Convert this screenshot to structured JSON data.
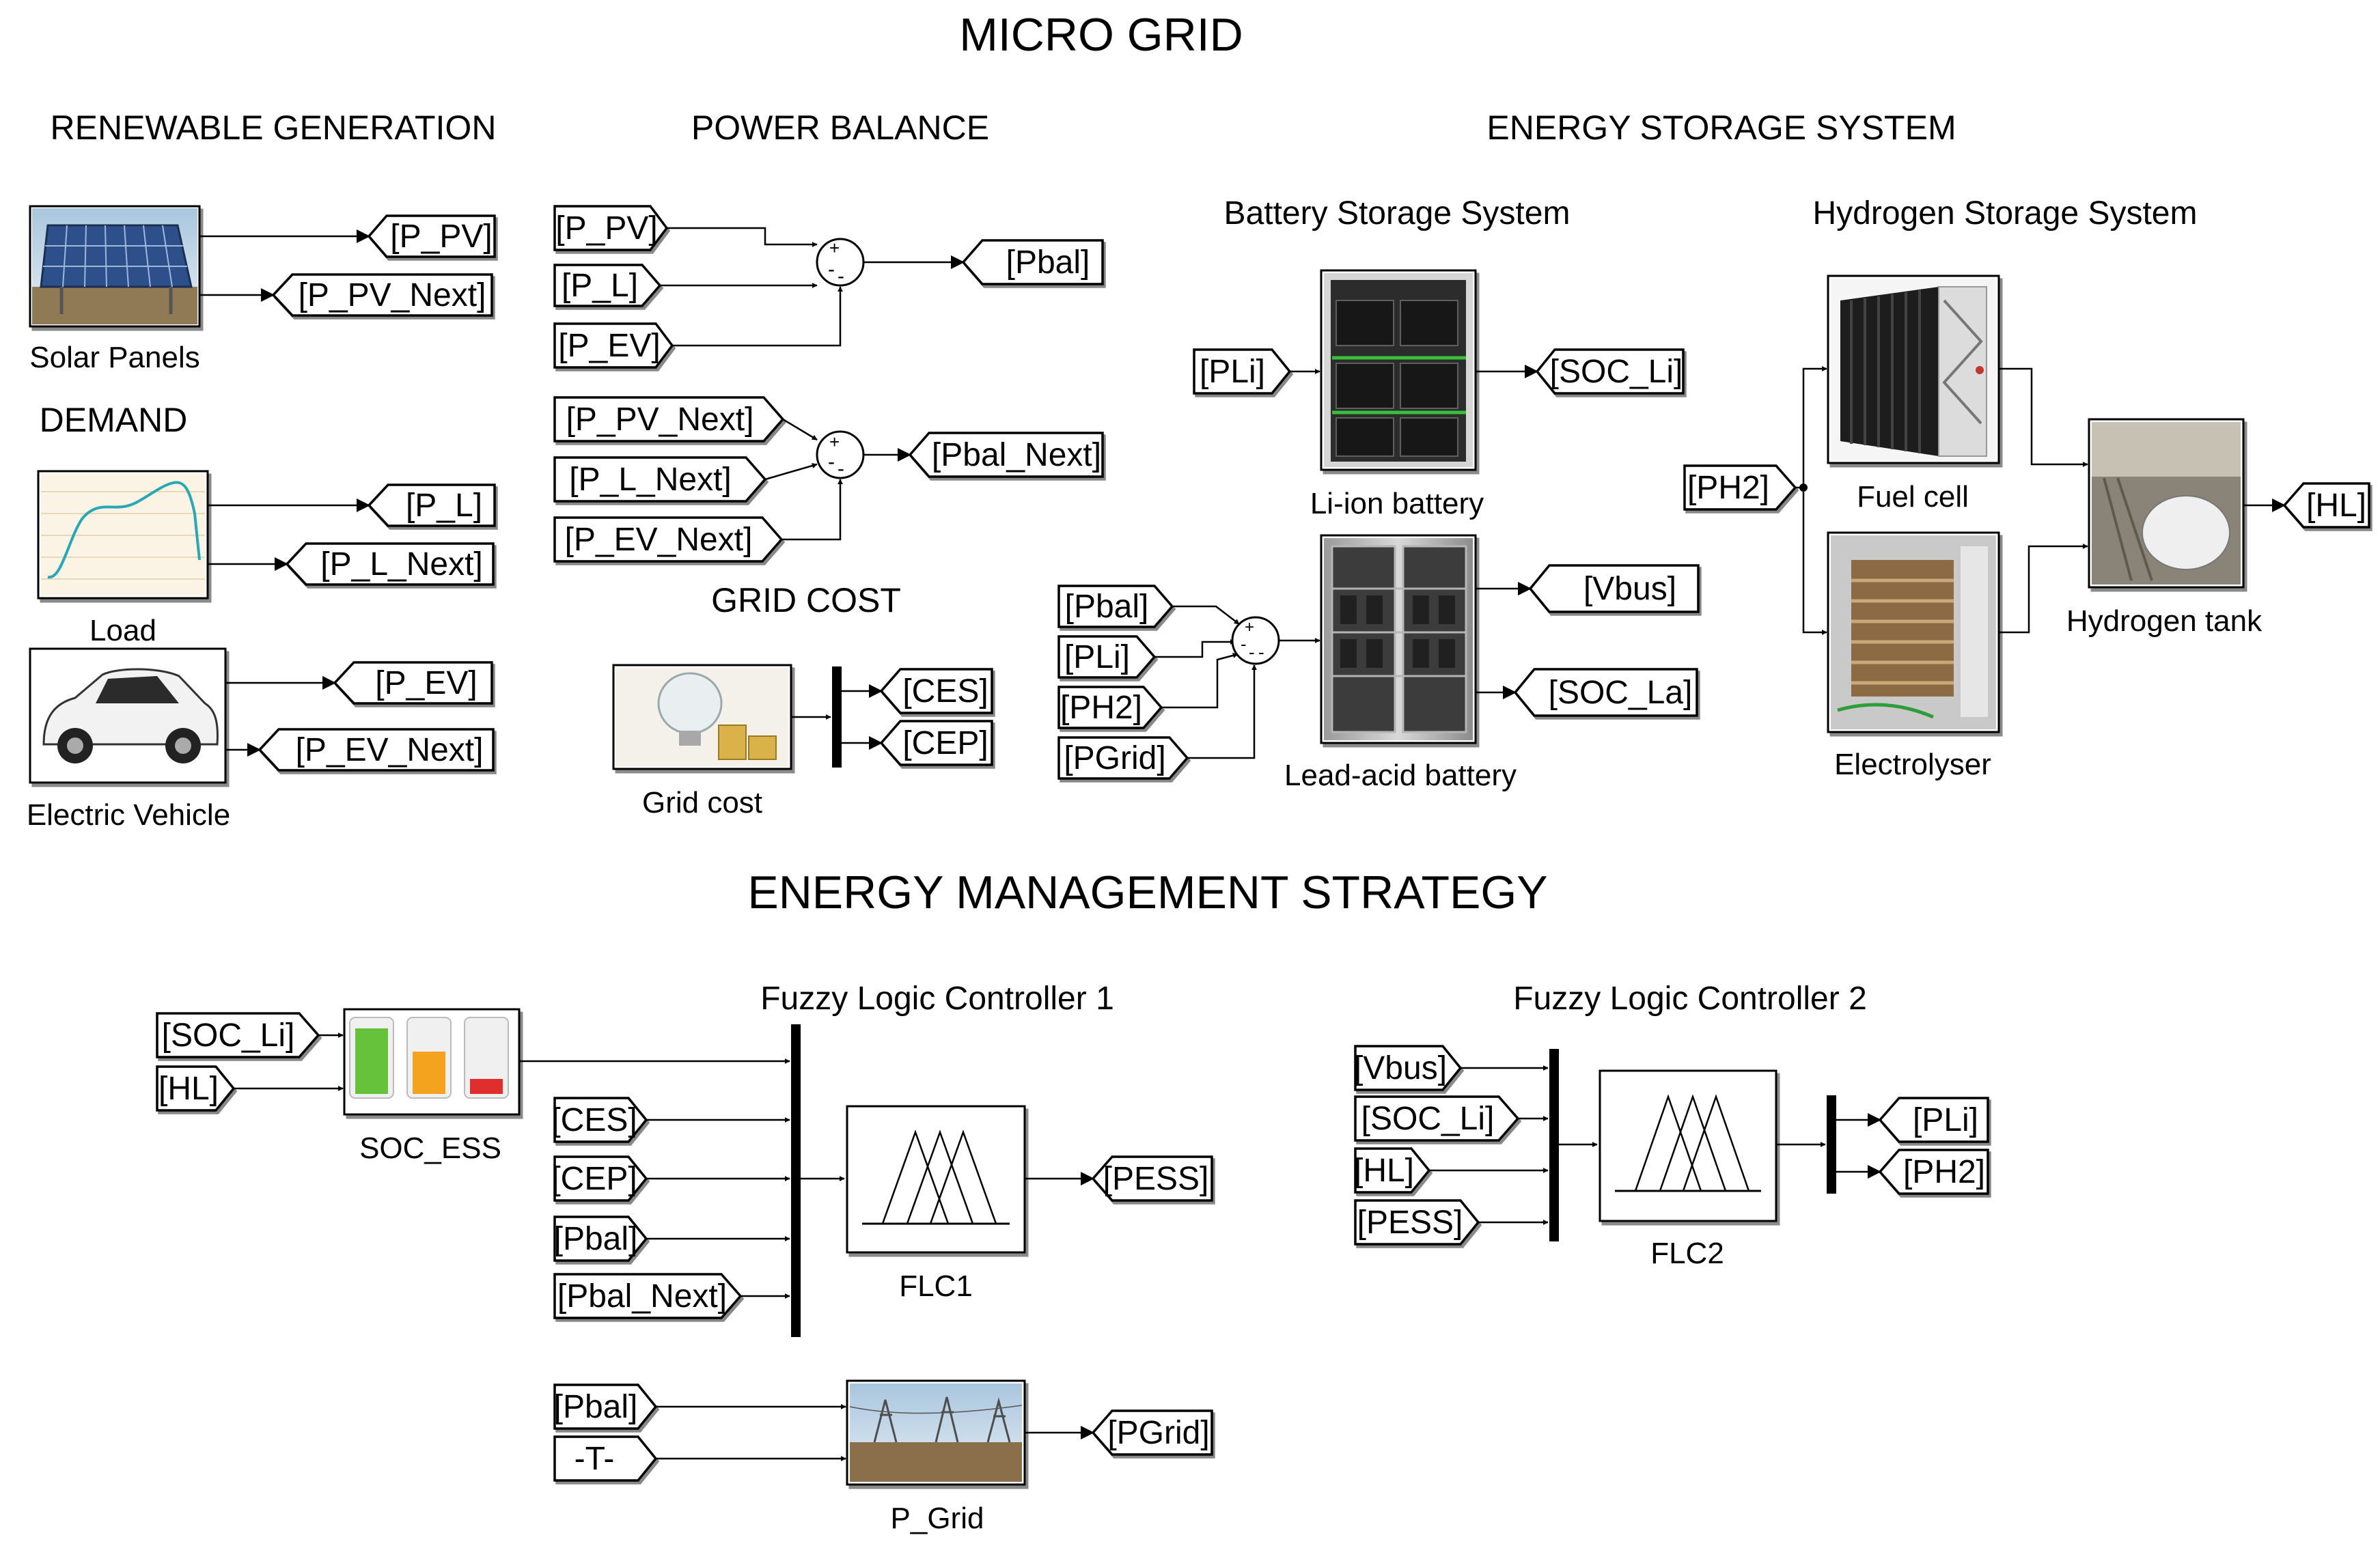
{
  "title": "MICRO GRID",
  "sections": {
    "renewable_generation": "RENEWABLE GENERATION",
    "power_balance": "POWER BALANCE",
    "energy_storage_system": "ENERGY STORAGE SYSTEM",
    "demand": "DEMAND",
    "grid_cost": "GRID COST",
    "energy_management_strategy": "ENERGY MANAGEMENT STRATEGY",
    "battery_storage_system": "Battery Storage System",
    "hydrogen_storage_system": "Hydrogen Storage System",
    "flc1_title": "Fuzzy Logic Controller 1",
    "flc2_title": "Fuzzy Logic Controller 2"
  },
  "blocks": {
    "solar_panels": "Solar Panels",
    "load": "Load",
    "electric_vehicle": "Electric Vehicle",
    "grid_cost": "Grid cost",
    "li_ion_battery": "Li-ion battery",
    "lead_acid_battery": "Lead-acid battery",
    "fuel_cell": "Fuel cell",
    "electrolyser": "Electrolyser",
    "hydrogen_tank": "Hydrogen tank",
    "soc_ess": "SOC_ESS",
    "flc1": "FLC1",
    "flc2": "FLC2",
    "p_grid": "P_Grid"
  },
  "tags": {
    "gen_p_pv": "[P_PV]",
    "gen_p_pv_next": "[P_PV_Next]",
    "dem_p_l": "[P_L]",
    "dem_p_l_next": "[P_L_Next]",
    "dem_p_ev": "[P_EV]",
    "dem_p_ev_next": "[P_EV_Next]",
    "pb_p_pv": "[P_PV]",
    "pb_p_l": "[P_L]",
    "pb_p_ev": "[P_EV]",
    "pb_pbal": "[Pbal]",
    "pb_p_pv_next": "[P_PV_Next]",
    "pb_p_l_next": "[P_L_Next]",
    "pb_p_ev_next": "[P_EV_Next]",
    "pb_pbal_next": "[Pbal_Next]",
    "gc_ces": "[CES]",
    "gc_cep": "[CEP]",
    "bs_pli": "[PLi]",
    "bs_soc_li": "[SOC_Li]",
    "la_pbal": "[Pbal]",
    "la_pli": "[PLi]",
    "la_ph2": "[PH2]",
    "la_pgrid": "[PGrid]",
    "la_vbus": "[Vbus]",
    "la_soc_la": "[SOC_La]",
    "hs_ph2": "[PH2]",
    "hs_hl": "[HL]",
    "ems_soc_li": "[SOC_Li]",
    "ems_hl": "[HL]",
    "ems_ces": "[CES]",
    "ems_cep": "[CEP]",
    "ems_pbal": "[Pbal]",
    "ems_pbal_next": "[Pbal_Next]",
    "ems_pess": "[PESS]",
    "pg_pbal": "[Pbal]",
    "pg_t": "-T-",
    "pg_pgrid": "[PGrid]",
    "f2_vbus": "[Vbus]",
    "f2_soc_li": "[SOC_Li]",
    "f2_hl": "[HL]",
    "f2_pess": "[PESS]",
    "f2_pli": "[PLi]",
    "f2_ph2": "[PH2]"
  },
  "sum_signs": {
    "sum1": [
      "+",
      "-",
      "-"
    ],
    "sum2": [
      "+",
      "-",
      "-"
    ],
    "sum3": [
      "+",
      "-",
      "-",
      "-"
    ]
  },
  "icons": [
    "solar-panel-photo",
    "load-profile-plot",
    "electric-car-photo",
    "lightbulb-coins-photo",
    "li-ion-cabinet-photo",
    "lead-acid-cabinet-photo",
    "fuel-cell-photo",
    "electrolyser-photo",
    "hydrogen-tank-photo",
    "battery-levels-icon",
    "fuzzy-membership-icon",
    "power-lines-photo"
  ]
}
